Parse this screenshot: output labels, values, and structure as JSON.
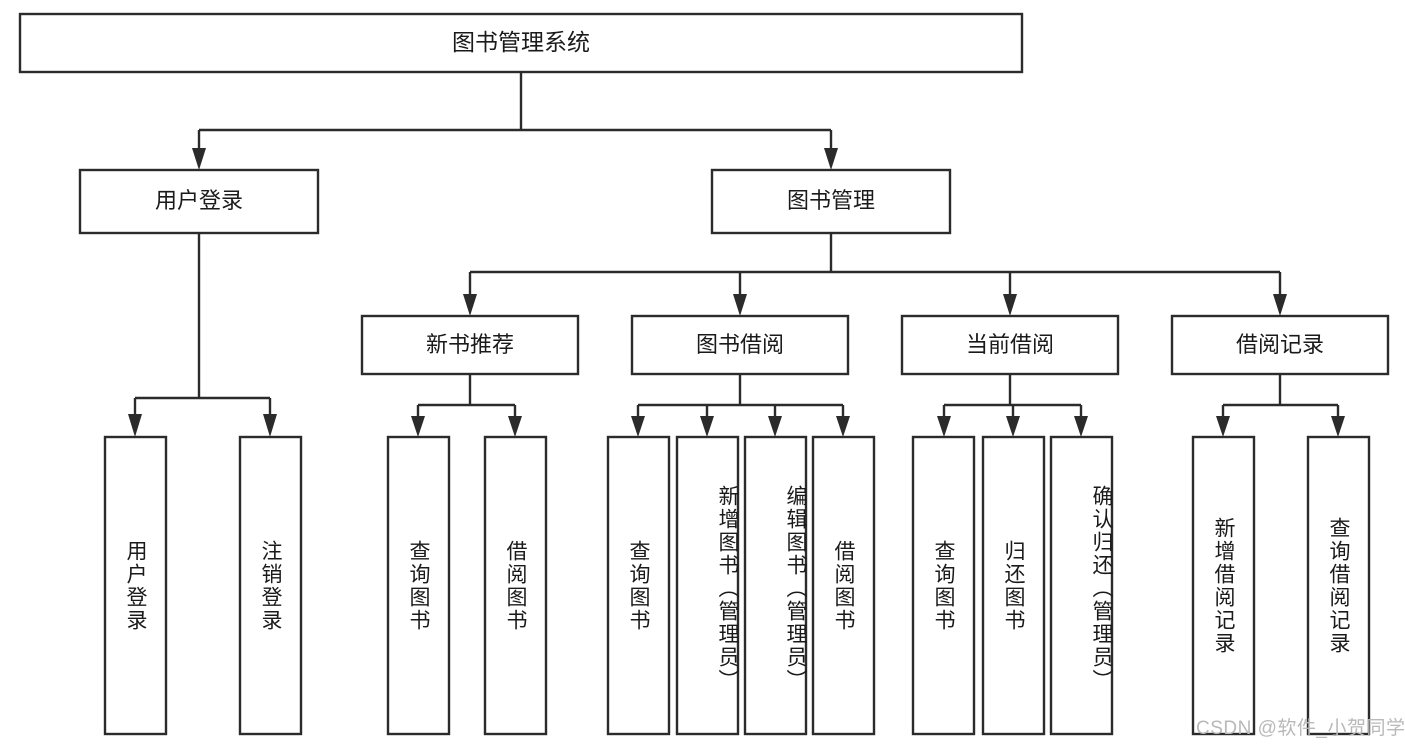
{
  "diagram": {
    "title": "图书管理系统",
    "watermark": "CSDN @软件_小贺同学",
    "type": "tree",
    "colors": {
      "box_stroke": "#2b2b2b",
      "box_fill": "#ffffff",
      "edge": "#2b2b2b",
      "text": "#1a1a1a",
      "watermark": "#b9b9b9",
      "background": "#ffffff"
    },
    "levels": {
      "root": {
        "label": "图书管理系统"
      },
      "level2": [
        {
          "label": "用户登录"
        },
        {
          "label": "图书管理"
        }
      ],
      "level3": [
        {
          "label": "新书推荐"
        },
        {
          "label": "图书借阅"
        },
        {
          "label": "当前借阅"
        },
        {
          "label": "借阅记录"
        }
      ],
      "leaves": [
        {
          "label": "用户登录",
          "parent": "用户登录"
        },
        {
          "label": "注销登录",
          "parent": "用户登录"
        },
        {
          "label": "查询图书",
          "parent": "新书推荐"
        },
        {
          "label": "借阅图书",
          "parent": "新书推荐"
        },
        {
          "label": "查询图书",
          "parent": "图书借阅"
        },
        {
          "label": "新增图书（管理员）",
          "parent": "图书借阅"
        },
        {
          "label": "编辑图书（管理员）",
          "parent": "图书借阅"
        },
        {
          "label": "借阅图书",
          "parent": "图书借阅"
        },
        {
          "label": "查询图书",
          "parent": "当前借阅"
        },
        {
          "label": "归还图书",
          "parent": "当前借阅"
        },
        {
          "label": "确认归还（管理员）",
          "parent": "当前借阅"
        },
        {
          "label": "新增借阅记录",
          "parent": "借阅记录"
        },
        {
          "label": "查询借阅记录",
          "parent": "借阅记录"
        }
      ]
    }
  }
}
